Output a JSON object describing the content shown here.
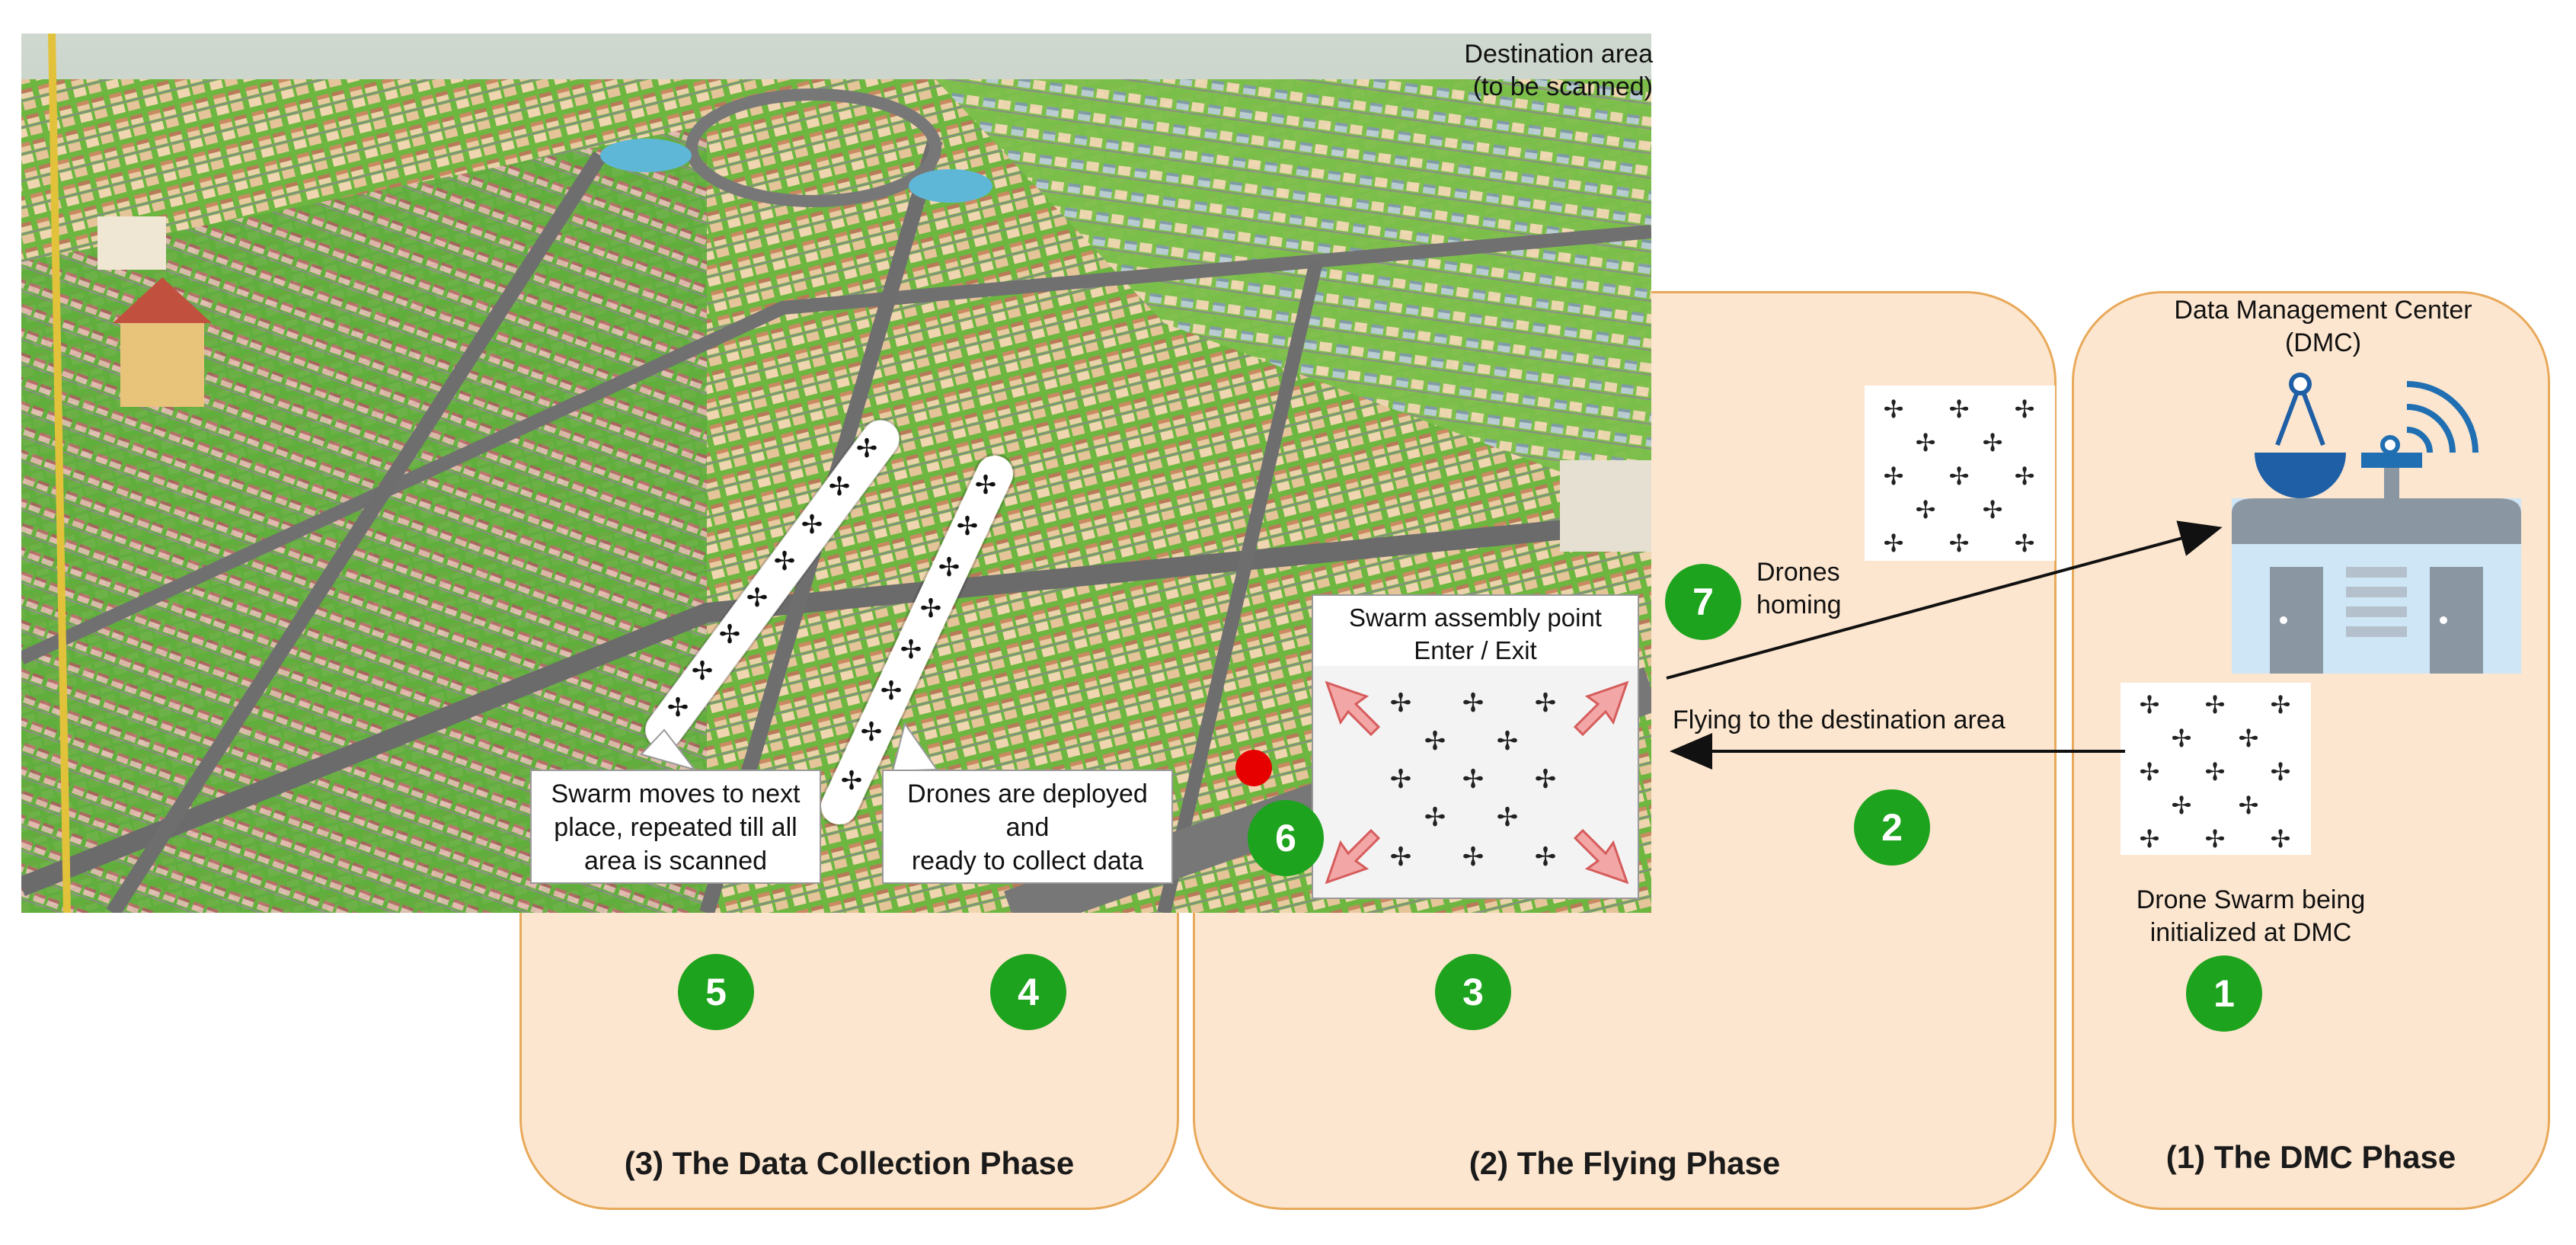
{
  "phases": {
    "dmc": {
      "title": "(1) The DMC Phase"
    },
    "flying": {
      "title": "(2) The Flying Phase"
    },
    "collection": {
      "title": "(3) The Data Collection Phase"
    }
  },
  "city": {
    "destination_label": "Destination area\n(to be scanned)"
  },
  "dmc_center": {
    "label": "Data Management Center\n(DMC)"
  },
  "labels": {
    "swarm_init": "Drone Swarm being\ninitialized at DMC",
    "flying_to": "Flying to the destination area",
    "drones_homing": "Drones\nhoming",
    "assembly_point": "Swarm assembly point\nEnter / Exit",
    "swarm_moves": "Swarm moves to next\nplace, repeated till all\narea is scanned",
    "drones_deployed": "Drones are deployed\nand\nready to collect data"
  },
  "steps": [
    "1",
    "2",
    "3",
    "4",
    "5",
    "6",
    "7"
  ],
  "colors": {
    "panel_fill": "#fde6cf",
    "panel_border": "#e8a95a",
    "step_green": "#1ea31e",
    "assembly_arrow": "#e8797a",
    "assembly_marker": "#e60000"
  }
}
